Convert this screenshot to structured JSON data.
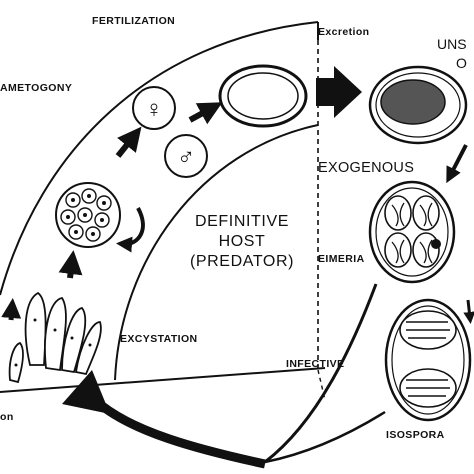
{
  "labels": {
    "fertilization": "FERTILIZATION",
    "excretion": "Excretion",
    "gametogony": "AMETOGONY",
    "unsporulated_line1": "UNS",
    "unsporulated_line2": "O",
    "exogenous": "EXOGENOUS",
    "host_line1": "DEFINITIVE",
    "host_line2": "HOST",
    "host_line3": "(PREDATOR)",
    "eimeria": "EIMERIA",
    "excystation": "EXCYSTATION",
    "infective": "INFECTIVE",
    "isospora": "ISOSPORA",
    "left_edge": "on"
  },
  "symbols": {
    "female": "♀",
    "male": "♂"
  },
  "colors": {
    "ink": "#111111",
    "background": "#ffffff"
  }
}
